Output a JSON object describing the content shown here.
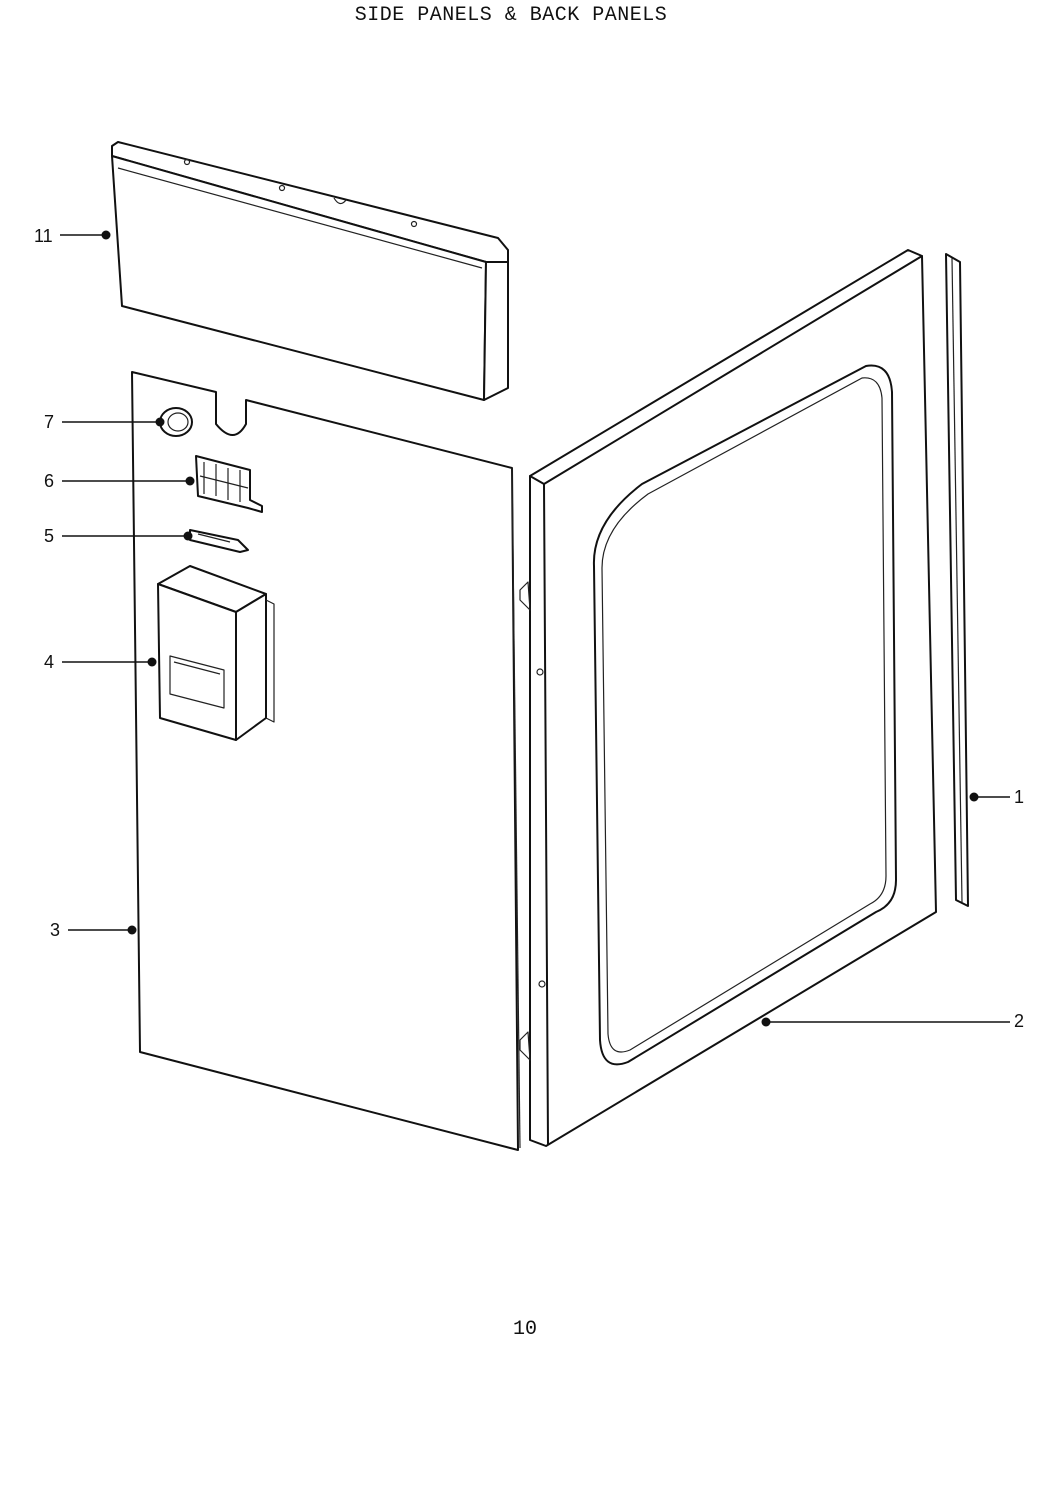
{
  "title": "SIDE PANELS & BACK PANELS",
  "page_number": "10",
  "callouts": {
    "c11": "11",
    "c7": "7",
    "c6": "6",
    "c5": "5",
    "c4": "4",
    "c3": "3",
    "c2": "2",
    "c1": "1"
  }
}
